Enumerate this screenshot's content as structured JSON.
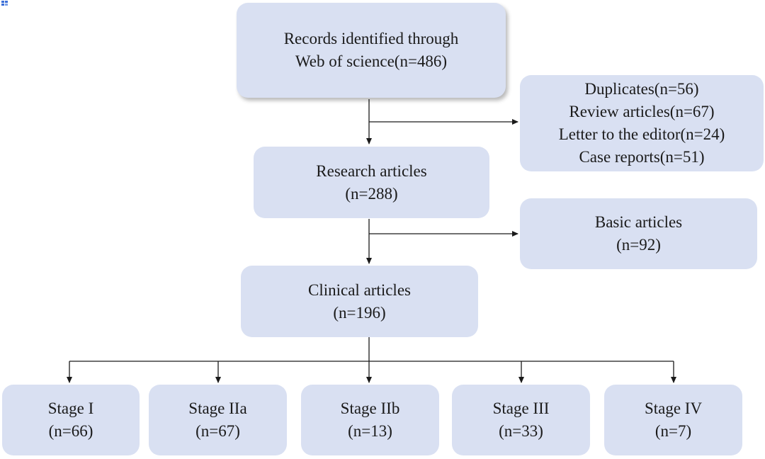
{
  "records_box": {
    "line1": "Records identified  through",
    "line2": "Web of science(n=486)"
  },
  "excluded_box": {
    "items": [
      "Duplicates(n=56)",
      "Review articles(n=67)",
      "Letter to the editor(n=24)",
      "Case reports(n=51)"
    ]
  },
  "research_box": {
    "line1": "Research articles",
    "line2": "(n=288)"
  },
  "basic_box": {
    "line1": "Basic articles",
    "line2": "(n=92)"
  },
  "clinical_box": {
    "line1": "Clinical articles",
    "line2": "(n=196)"
  },
  "stages": [
    {
      "label": "Stage I",
      "count": "(n=66)"
    },
    {
      "label": "Stage IIa",
      "count": "(n=67)"
    },
    {
      "label": "Stage IIb",
      "count": "(n=13)"
    },
    {
      "label": "Stage III",
      "count": "(n=33)"
    },
    {
      "label": "Stage IV",
      "count": "(n=7)"
    }
  ],
  "colors": {
    "box_fill": "#d9e0f2",
    "line": "#1a1a1a"
  }
}
